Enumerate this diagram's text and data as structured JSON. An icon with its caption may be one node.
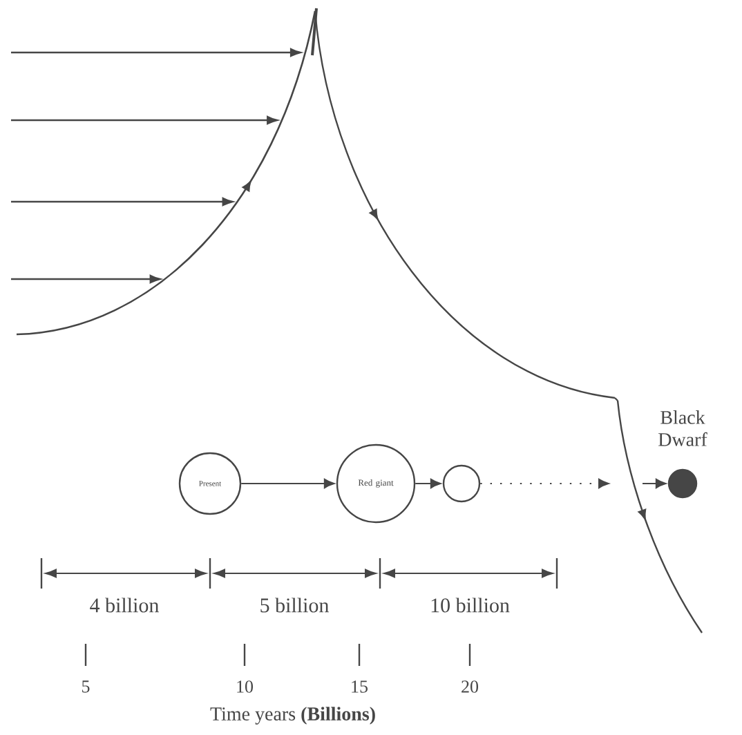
{
  "diagram": {
    "nodes": [
      {
        "text": [
          "Present"
        ]
      },
      {
        "text": [
          "Red giant"
        ]
      },
      {
        "text": [],
        "shape": "circle"
      },
      {
        "text": [],
        "shape": "circle",
        "beside": [
          "Black Dwarf"
        ]
      }
    ],
    "edges": [
      {
        "from": 0,
        "to": 1,
        "arrow": "to"
      },
      {
        "from": 1,
        "to": 2,
        "arrow": "to"
      },
      {
        "from": 2,
        "to": null,
        "arrow": "to",
        "style": "dashed"
      },
      {
        "from": null,
        "to": 3,
        "arrow": "to"
      }
    ],
    "labels": [
      "4 billion",
      "5 billion",
      "10 billion",
      "5",
      "10",
      "15",
      "20",
      "Time years **(Billions)**"
    ]
  }
}
